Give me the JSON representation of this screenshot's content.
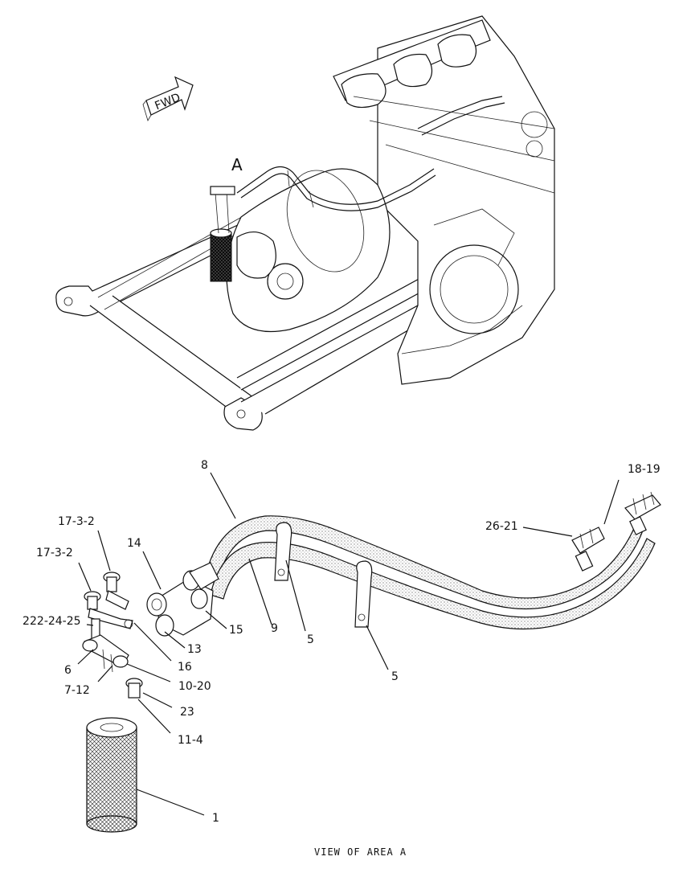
{
  "fwd_label": "FWD",
  "area_marker": "A",
  "caption": "VIEW OF AREA A",
  "callouts": {
    "c8": "8",
    "c18_19": "18-19",
    "c17_3_2_a": "17-3-2",
    "c17_3_2_b": "17-3-2",
    "c14": "14",
    "c26_21": "26-21",
    "c22_24_25": "22-24-25",
    "c2_trunc": "2",
    "c15": "15",
    "c9": "9",
    "c5_a": "5",
    "c13": "13",
    "c6": "6",
    "c16": "16",
    "c5_b": "5",
    "c7_12": "7-12",
    "c10_20": "10-20",
    "c23": "23",
    "c11_4": "11-4",
    "c1": "1"
  }
}
